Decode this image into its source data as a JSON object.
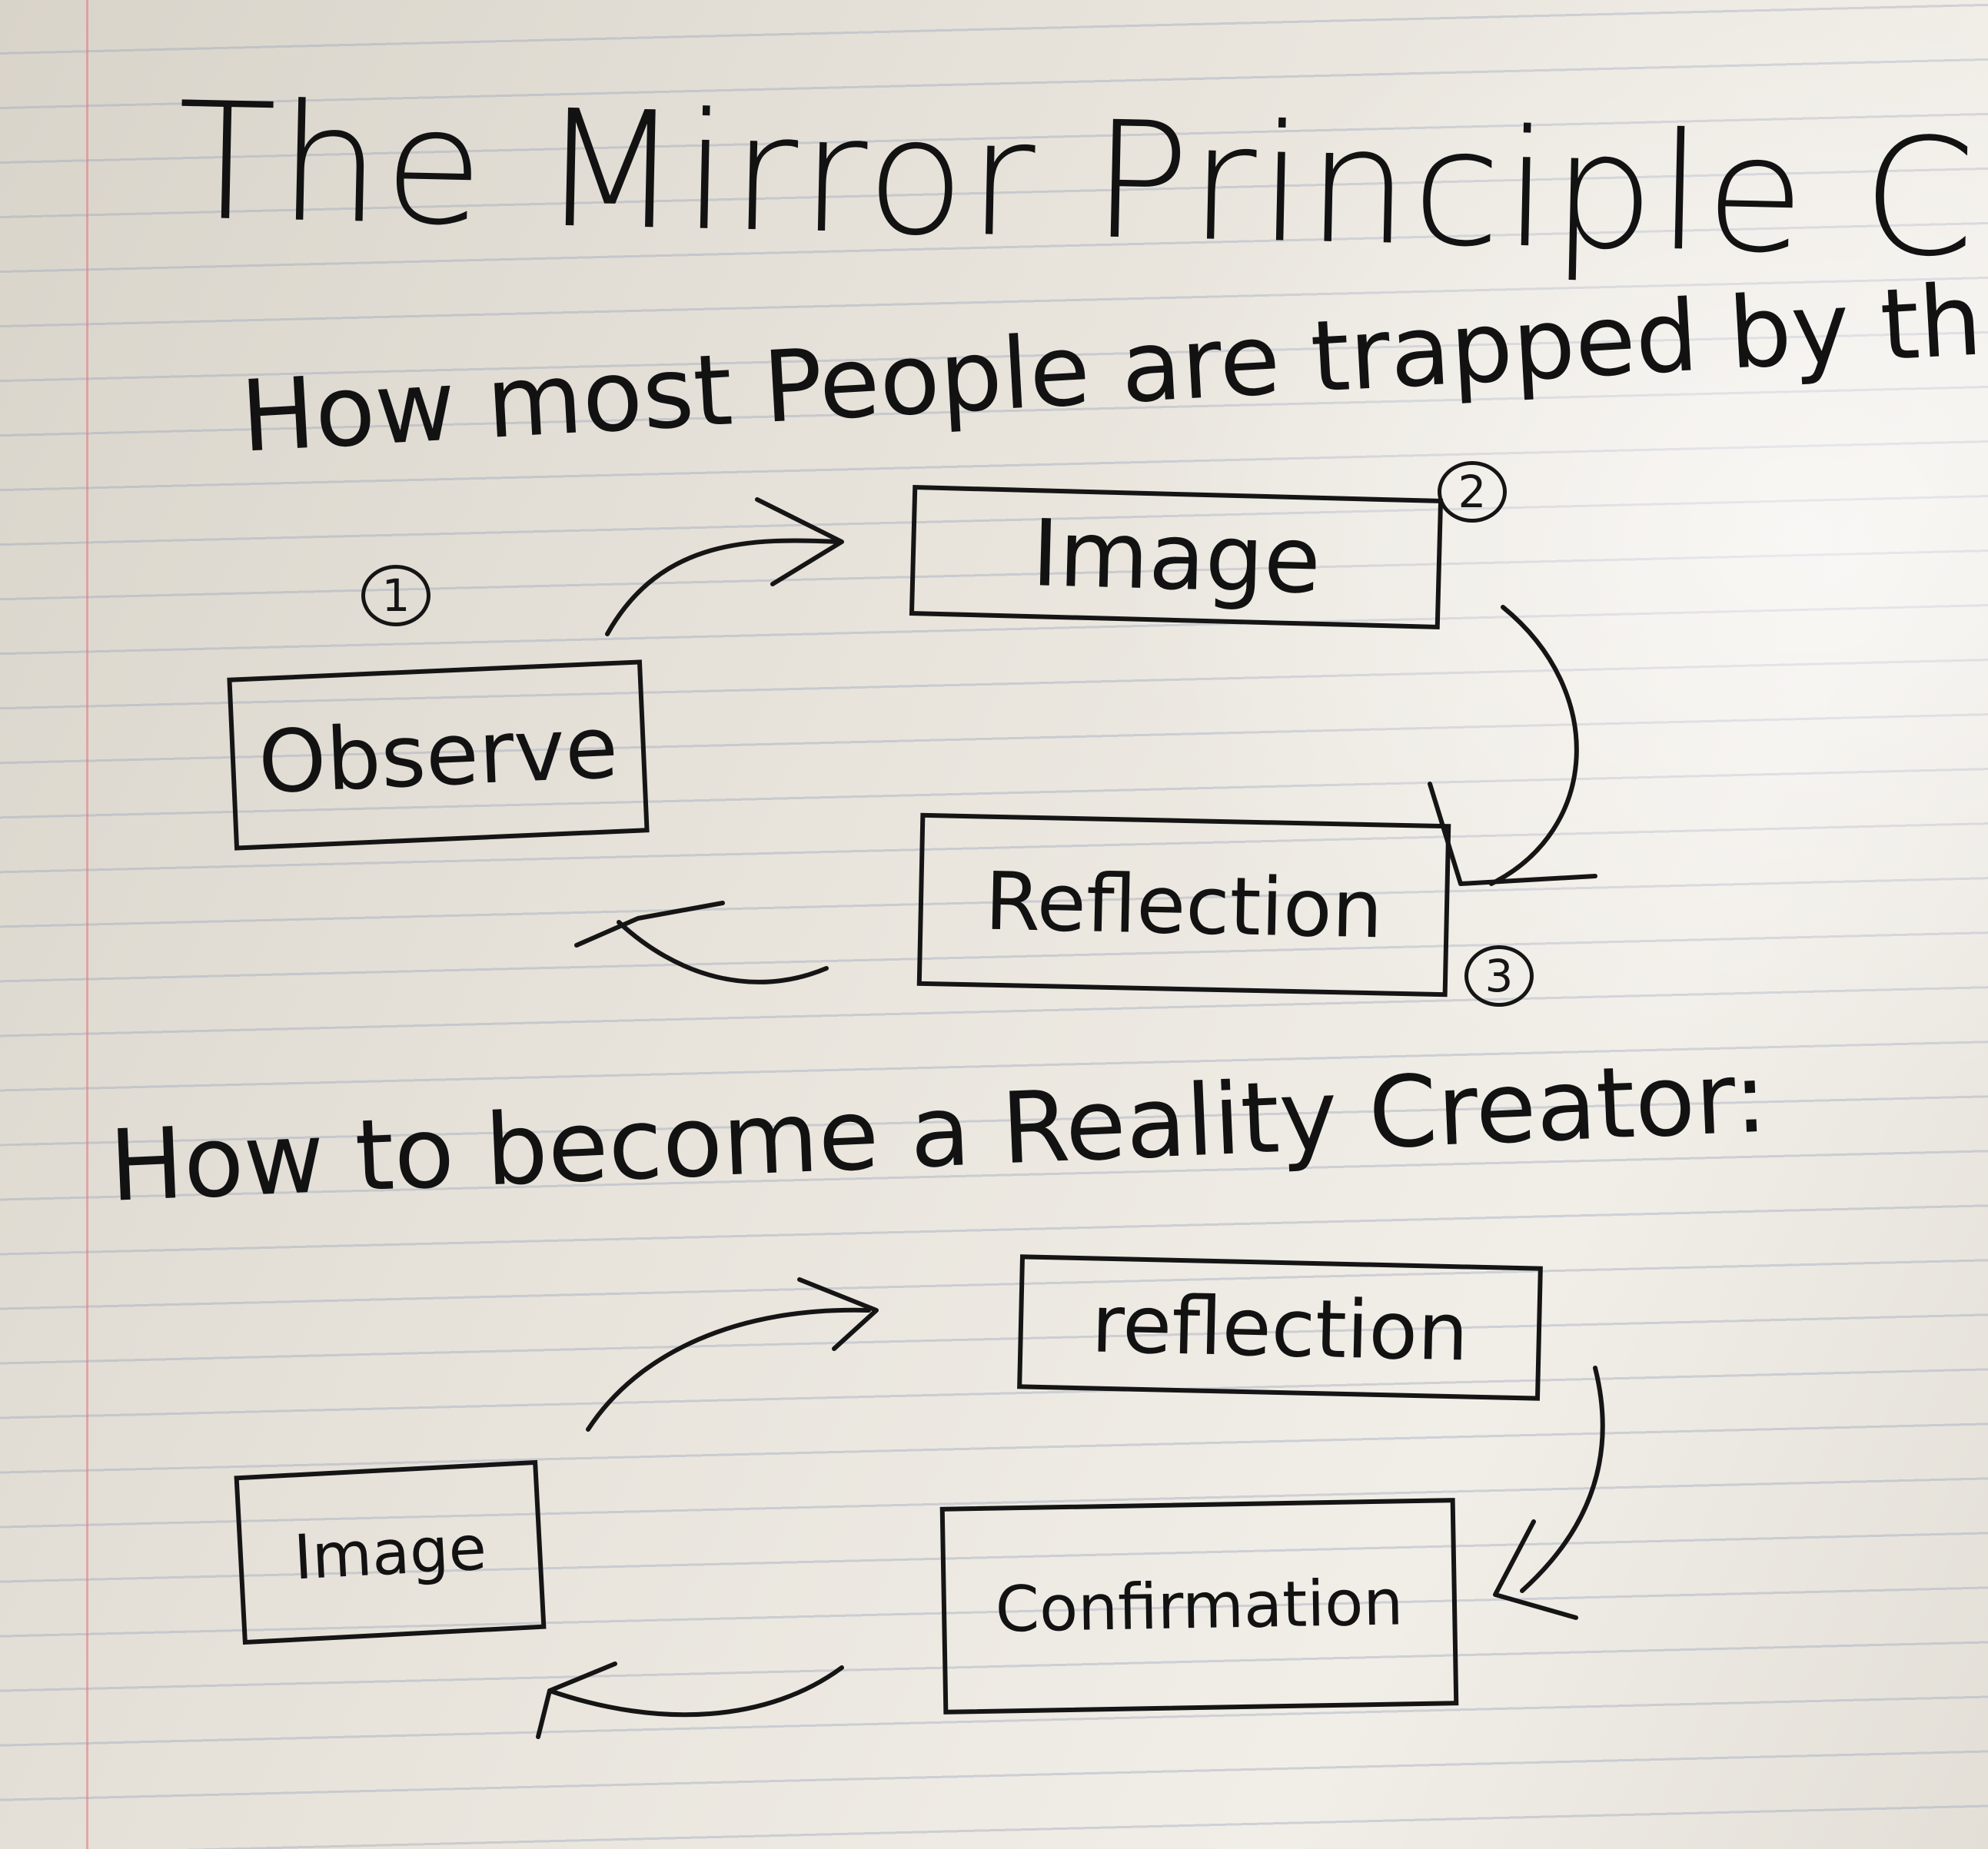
{
  "title": "The Mirror Principle Continued",
  "section1": {
    "heading": "How most People are trapped by this:",
    "boxes": {
      "observe": "Observe",
      "image": "Image",
      "reflection": "Reflection"
    },
    "numbers": [
      "1",
      "2",
      "3"
    ]
  },
  "section2": {
    "heading": "How to become a Reality Creator:",
    "boxes": {
      "image": "Image",
      "reflection": "reflection",
      "confirmation": "Confirmation"
    }
  },
  "colors": {
    "ink": "#121212",
    "paper": "#ece8e0",
    "rule_line": "#96a0b9",
    "margin_line": "#dc7882"
  }
}
